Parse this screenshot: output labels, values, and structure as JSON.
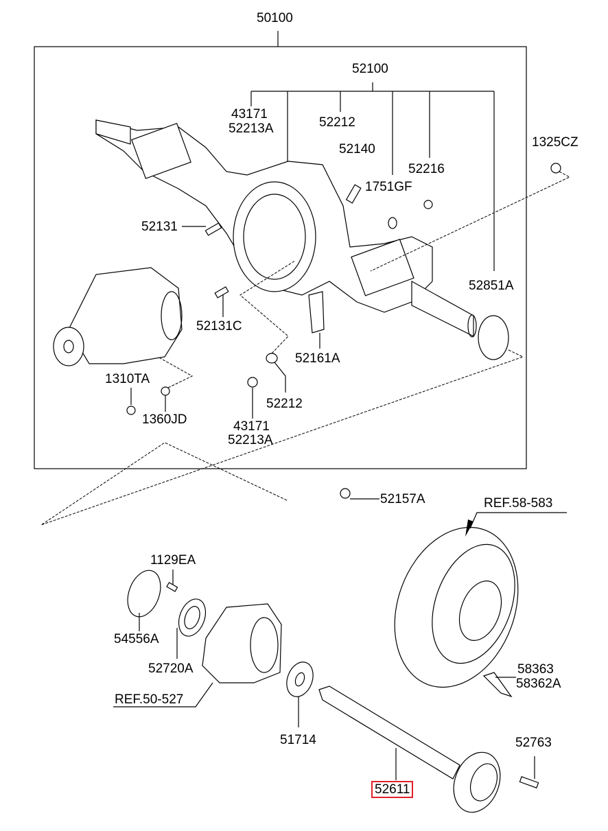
{
  "diagram": {
    "assembly_number": "50100",
    "sub_assembly_number": "52100",
    "highlight_color": "#e0202a",
    "labels": {
      "l43171_top": "43171",
      "l52213A_top": "52213A",
      "l52212_top": "52212",
      "l52140": "52140",
      "l1751GF": "1751GF",
      "l52216": "52216",
      "l1325CZ": "1325CZ",
      "l52131": "52131",
      "l52851A": "52851A",
      "l52131C": "52131C",
      "l52161A": "52161A",
      "l1310TA": "1310TA",
      "l1360JD": "1360JD",
      "l52212_bottom": "52212",
      "l43171_bottom": "43171",
      "l52213A_bottom": "52213A",
      "l52157A": "52157A",
      "lREF58583": "REF.58-583",
      "l1129EA": "1129EA",
      "l54556A": "54556A",
      "l52720A": "52720A",
      "lREF50527": "REF.50-527",
      "l51714": "51714",
      "l58363": "58363",
      "l58362A": "58362A",
      "l52763": "52763",
      "l52611": "52611"
    },
    "selected_part": "52611"
  }
}
